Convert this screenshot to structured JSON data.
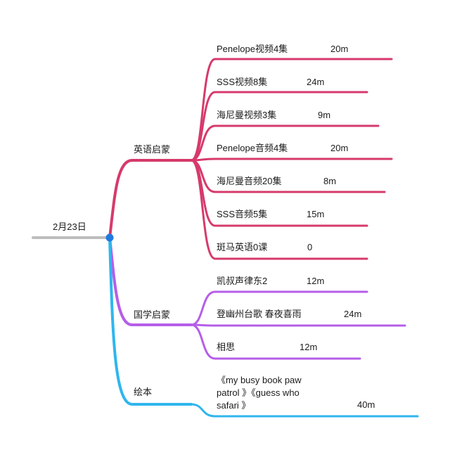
{
  "root": {
    "label": "2月23日",
    "line_color": "#bdbdbd",
    "dot_color": "#1f7ae0"
  },
  "branches": [
    {
      "label": "英语启蒙",
      "color": "#d63a6b",
      "children": [
        {
          "label": "Penelope视频4集",
          "duration": "20m"
        },
        {
          "label": "SSS视频8集",
          "duration": "24m"
        },
        {
          "label": "海尼曼视频3集",
          "duration": "9m"
        },
        {
          "label": "Penelope音频4集",
          "duration": "20m"
        },
        {
          "label": "海尼曼音频20集",
          "duration": "8m"
        },
        {
          "label": "SSS音频5集",
          "duration": "15m"
        },
        {
          "label": "斑马英语0课",
          "duration": "0"
        }
      ]
    },
    {
      "label": "国学启蒙",
      "color": "#b65ee8",
      "children": [
        {
          "label": "凯叔声律东2",
          "duration": "12m"
        },
        {
          "label": "登幽州台歌 春夜喜雨",
          "duration": "24m"
        },
        {
          "label": "相思",
          "duration": "12m"
        }
      ]
    },
    {
      "label": "绘本",
      "color": "#2fb6ee",
      "children": [
        {
          "label": "《my busy book paw patrol 》《guess who safari 》",
          "duration": "40m"
        }
      ]
    }
  ]
}
